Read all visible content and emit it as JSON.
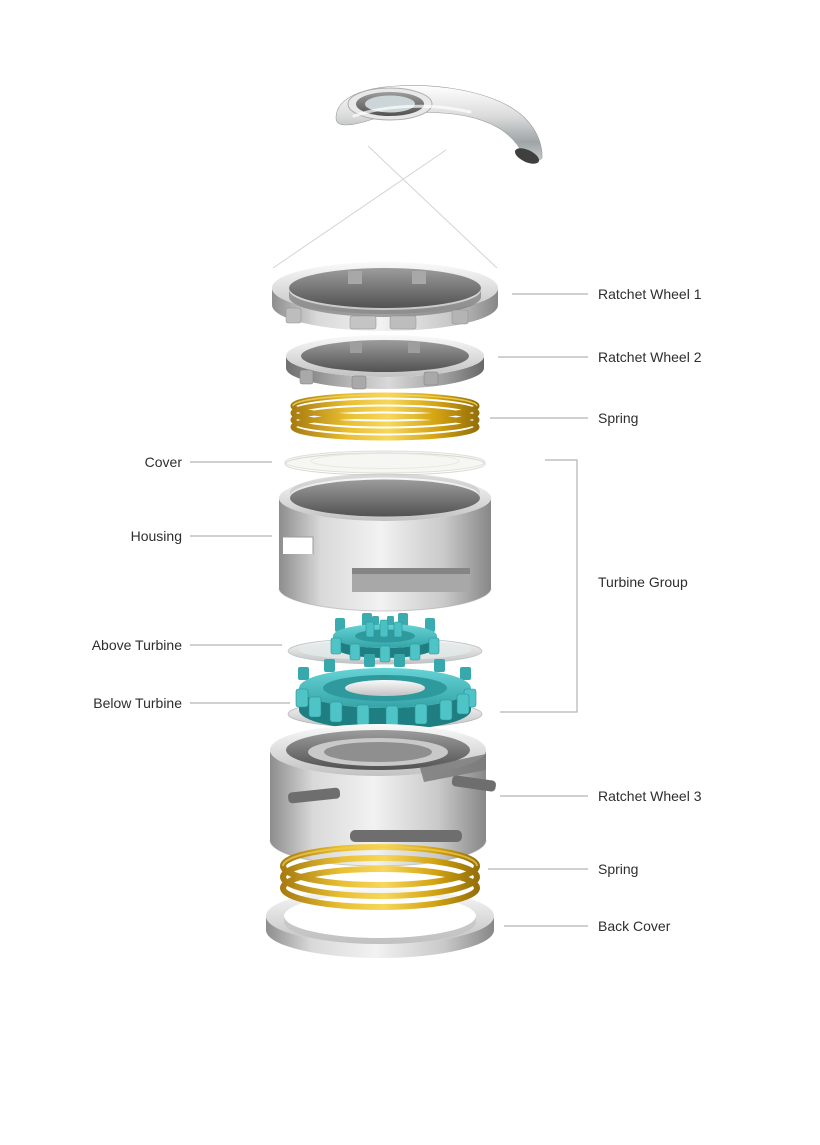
{
  "figure": {
    "type": "exploded-view-diagram"
  },
  "colors": {
    "background": "#ffffff",
    "metal_light": "#f0f0f0",
    "metal_dark": "#8a8a8a",
    "turbine_teal": "#4cc3c6",
    "spring_gold": "#d4a417",
    "leader_line": "#b3b3b3",
    "label_text": "#2e2e2e"
  },
  "parts": [
    "faucet-spout",
    "ratchet-wheel-1",
    "ratchet-wheel-2",
    "spring-top",
    "cover",
    "housing",
    "above-turbine",
    "below-turbine",
    "ratchet-wheel-3",
    "spring-bottom",
    "back-cover"
  ],
  "labels": {
    "right": [
      {
        "id": "ratchet-wheel-1",
        "text": "Ratchet Wheel 1"
      },
      {
        "id": "ratchet-wheel-2",
        "text": "Ratchet Wheel 2"
      },
      {
        "id": "spring-top",
        "text": "Spring"
      },
      {
        "id": "turbine-group",
        "text": "Turbine Group"
      },
      {
        "id": "ratchet-wheel-3",
        "text": "Ratchet Wheel 3"
      },
      {
        "id": "spring-bottom",
        "text": "Spring"
      },
      {
        "id": "back-cover",
        "text": "Back Cover"
      }
    ],
    "left": [
      {
        "id": "cover",
        "text": "Cover"
      },
      {
        "id": "housing",
        "text": "Housing"
      },
      {
        "id": "above-turbine",
        "text": "Above Turbine"
      },
      {
        "id": "below-turbine",
        "text": "Below Turbine"
      }
    ]
  }
}
